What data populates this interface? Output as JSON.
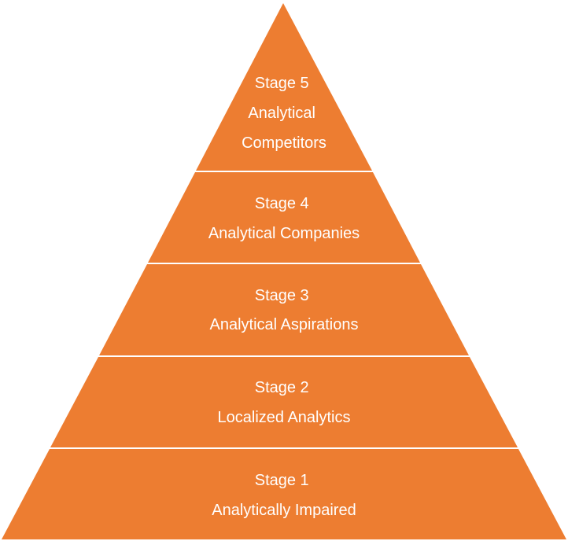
{
  "colors": {
    "fill": "#ED7D31",
    "separator": "#FFFFFF",
    "text": "#FFFFFF"
  },
  "tiers": [
    {
      "stage": "Stage 5",
      "lines": [
        "Analytical",
        "Competitors"
      ]
    },
    {
      "stage": "Stage 4",
      "lines": [
        "Analytical Companies"
      ]
    },
    {
      "stage": "Stage 3",
      "lines": [
        "Analytical Aspirations"
      ]
    },
    {
      "stage": "Stage 2",
      "lines": [
        "Localized Analytics"
      ]
    },
    {
      "stage": "Stage 1",
      "lines": [
        "Analytically Impaired"
      ]
    }
  ]
}
